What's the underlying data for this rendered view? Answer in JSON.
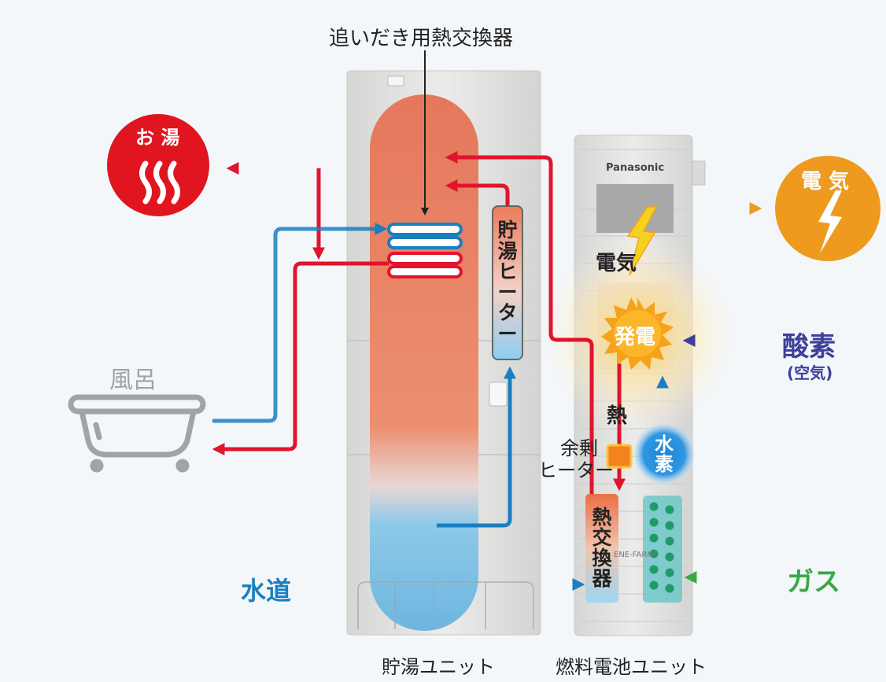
{
  "labels": {
    "oidaki_exchanger": "追いだき用熱交換器",
    "hot_water": "お 湯",
    "bath": "風呂",
    "electricity_out": "電 気",
    "electricity_inner": "電気",
    "brand": "Panasonic",
    "generation": "発電",
    "oxygen": "酸素",
    "oxygen_sub": "(空気)",
    "heat": "熱",
    "surplus_heater_1": "余剰",
    "surplus_heater_2": "ヒーター",
    "hydrogen": [
      "水",
      "素"
    ],
    "storage_heater": [
      "貯",
      "湯",
      "ヒ",
      "ー",
      "タ",
      "ー"
    ],
    "heat_exchanger": [
      "熱",
      "交",
      "換",
      "器"
    ],
    "tap_water": "水道",
    "gas": "ガス",
    "enefarm": "ENE-FARM",
    "storage_unit": "貯湯ユニット",
    "fuel_cell_unit": "燃料電池ユニット"
  },
  "colors": {
    "hot": "#e0152d",
    "cold": "#1a7fc0",
    "electric": "#ee9a1e",
    "oxygen": "#3e3f9a",
    "gas": "#3aa845",
    "tank_hot": "#e8826a",
    "tank_cold": "#7cc0e3",
    "cabinet": "#e3e3e1"
  },
  "icons": [
    "hot-water-icon",
    "bathtub-icon",
    "lightning-icon",
    "small-lightning-icon"
  ]
}
